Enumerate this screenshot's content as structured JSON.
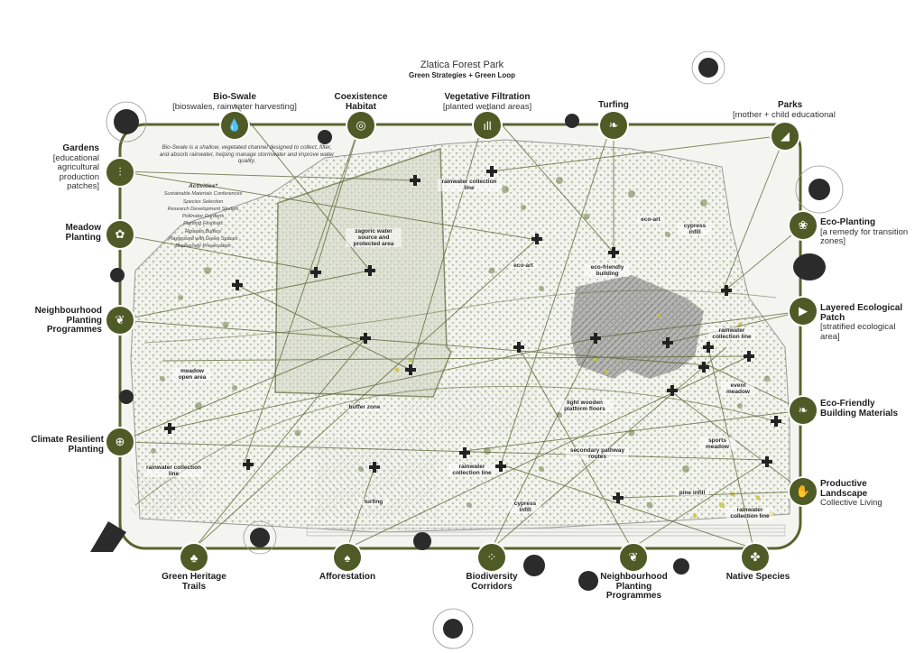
{
  "header": {
    "title": "Zlatica Forest Park",
    "subtitle": "Green Strategies + Green Loop"
  },
  "description": "Bio-Swale is a shallow, vegetated channel designed to collect, filter, and absorb rainwater, helping manage stormwater and improve water quality.",
  "activities": {
    "heading": "Activities*",
    "items": [
      "Sustainable Materials Conferences",
      "Species Selection",
      "Research Development Studies",
      "Pollinator Gardens",
      "Planting Festivals",
      "Riparian Buffers",
      "Playground with Green Spaces",
      "Biodiversity Preservation"
    ]
  },
  "strategies": {
    "bio_swale": {
      "title": "Bio-Swale",
      "sub": "[bioswales, rainwater harvesting]"
    },
    "coexistence": {
      "title": "Coexistence Habitat"
    },
    "veg_filtration": {
      "title": "Vegetative Filtration",
      "sub": "[planted wetland areas]"
    },
    "turfing": {
      "title": "Turfing"
    },
    "parks": {
      "title": "Parks",
      "sub": "[mother + child educational"
    },
    "gardens": {
      "title": "Gardens",
      "sub": "[educational agricultural production patches]"
    },
    "meadow": {
      "title": "Meadow Planting"
    },
    "neigh_left": {
      "title": "Neighbourhood Planting Programmes"
    },
    "climate": {
      "title": "Climate Resilient Planting"
    },
    "eco_planting": {
      "title": "Eco-Planting",
      "sub": "[a remedy for transition zones]"
    },
    "layered": {
      "title": "Layered Ecological Patch",
      "sub": "[stratified ecological area]"
    },
    "eco_building": {
      "title": "Eco-Friendly Building Materials"
    },
    "productive": {
      "title": "Productive Landscape",
      "sub": "Collective Living"
    },
    "heritage": {
      "title": "Green Heritage Trails"
    },
    "afforestation": {
      "title": "Afforestation"
    },
    "biodiversity": {
      "title": "Biodiversity Corridors"
    },
    "neigh_bottom": {
      "title": "Neighbourhood Planting Programmes"
    },
    "native": {
      "title": "Native Species"
    }
  },
  "map_labels": {
    "rainwater1": "rainwater collection line",
    "zagoric": "zagoric water source and protected area",
    "ecoart1": "eco-art",
    "ecoart2": "eco-art",
    "cypress1": "cypress infill",
    "ecofriendly": "eco-friendly building",
    "rainwater2": "rainwater collection line",
    "meadow_open": "meadow open area",
    "event": "event meadow",
    "buffer": "buffer zone",
    "platform": "light wooden platform floors",
    "sports": "sports meadow",
    "secondary": "secondary pathway routes",
    "rainwater3": "rainwater collection line",
    "rainwater4": "rainwater collection line",
    "turfing": "turfing",
    "cypress2": "cypress infill",
    "pine": "pine infill",
    "rainwater5": "rainwater collection line"
  },
  "icons": {
    "bio_swale": "water-drop-icon",
    "coexistence": "interlocking-rings-icon",
    "veg_filtration": "grass-icon",
    "turfing": "leaf-icon",
    "parks": "leaf-icon",
    "gardens": "plants-icon",
    "meadow": "flower-icon",
    "neigh_left": "hand-seedling-icon",
    "climate": "globe-icon",
    "eco_planting": "sprout-icon",
    "layered": "triangle-icon",
    "eco_building": "hand-leaf-icon",
    "productive": "hand-icon",
    "heritage": "tree-location-icon",
    "afforestation": "flame-tree-icon",
    "biodiversity": "dots-icon",
    "neigh_bottom": "hand-seedling-icon",
    "native": "leaf-shield-icon"
  },
  "colors": {
    "accent": "#4f5b26",
    "loop": "#5a6430",
    "moss": "#8d9a5c",
    "yellow": "#c9c43a"
  }
}
